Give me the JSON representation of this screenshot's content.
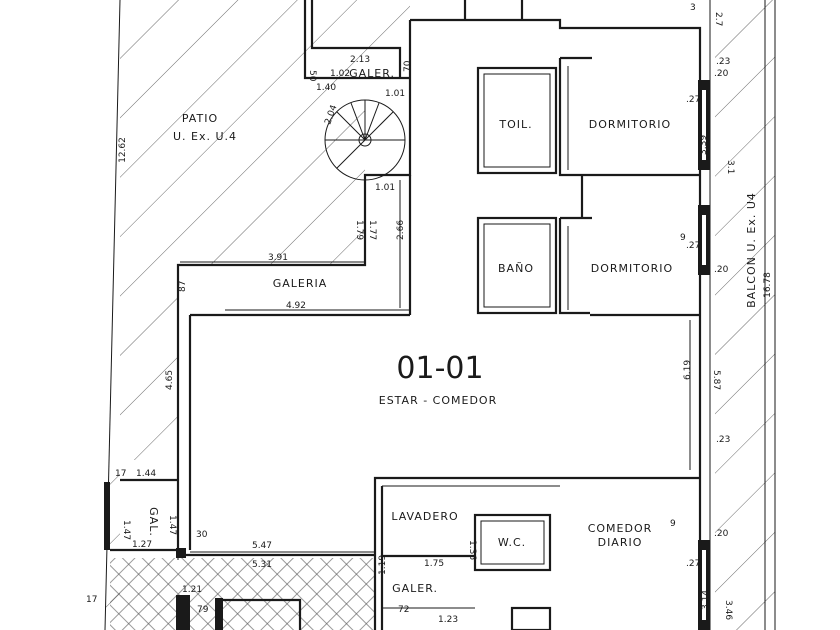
{
  "unit_code": "01-01",
  "rooms": {
    "patio": "PATIO",
    "patio_sub": "U. Ex. U.4",
    "toilet": "TOIL.",
    "bedroom_1": "DORMITORIO",
    "bedroom_2": "DORMITORIO",
    "bath": "BAÑO",
    "gallery": "GALERIA",
    "gallery_top": "GALER.",
    "gallery_left": "GAL.",
    "gallery_bottom": "GALER.",
    "living": "ESTAR - COMEDOR",
    "laundry": "LAVADERO",
    "wc": "W.C.",
    "daily_dining_1": "COMEDOR",
    "daily_dining_2": "DIARIO",
    "balcony": "BALCON U. Ex. U4"
  },
  "dimensions": {
    "d_12_62": "12.62",
    "d_16_78": "16.78",
    "d_2_13": "2.13",
    "d_1_02": "1.02",
    "d_1_40": "1.40",
    "d_1_01a": "1.01",
    "d_50": "50",
    "d_70": "70",
    "d_2_04": "2.04",
    "d_1_01b": "1.01",
    "d_1_79": "1.79",
    "d_1_77": "1.77",
    "d_2_66": "2.66",
    "d_3_91": "3.91",
    "d_4_92": "4.92",
    "d_87": "87",
    "d_4_65": "4.65",
    "d_17": "17",
    "d_1_44": "1.44",
    "d_1_47a": "1.47",
    "d_1_47b": "1.47",
    "d_1_27": "1.27",
    "d_30": "30",
    "d_5_47": "5.47",
    "d_5_31": "5.31",
    "d_1_21": "1.21",
    "d_79": "79",
    "d_17b": "17",
    "d_1_75": "1.75",
    "d_1_19": "1.19",
    "d_1_36": "1.36",
    "d_72": "72",
    "d_1_23": "1.23",
    "d_27a": ".27",
    "d_27b": ".27",
    "d_27c": ".27",
    "d_23a": ".23",
    "d_20a": ".20",
    "d_3_39": "3.39",
    "d_3_1": "3.1",
    "d_6_19": "6.19",
    "d_5_87": "5.87",
    "d_23b": ".23",
    "d_20b": ".20",
    "d_3_14": "3.14",
    "d_3_46": "3.46",
    "d_2_7": "2.7",
    "d_3": "3",
    "d_9a": "9",
    "d_9b": "9",
    "d_20c": ".20"
  }
}
